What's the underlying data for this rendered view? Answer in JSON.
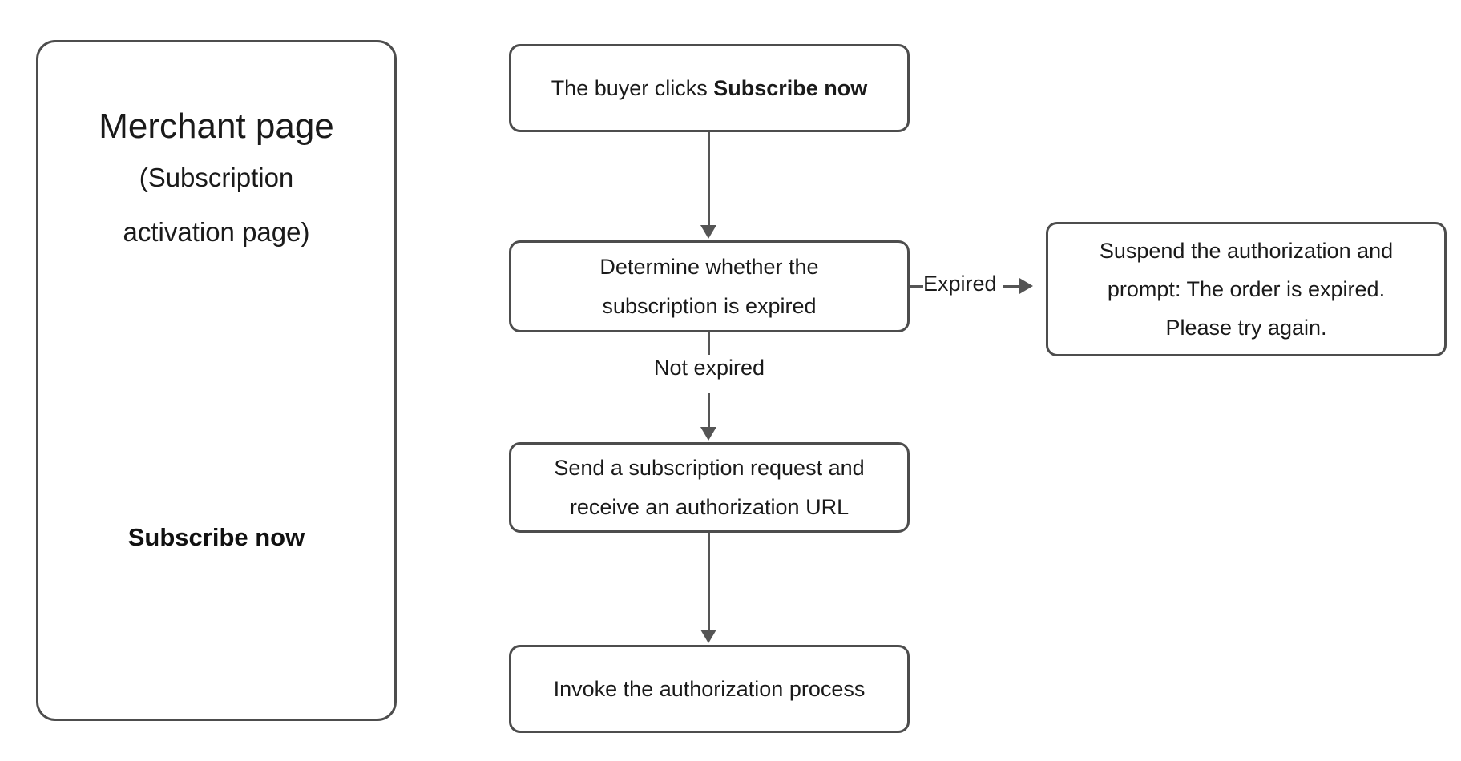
{
  "merchant_panel": {
    "title": "Merchant page",
    "subtitle_line1": "(Subscription",
    "subtitle_line2": "activation page)",
    "cta_label": "Subscribe now"
  },
  "flow": {
    "nodes": [
      {
        "id": "click",
        "line1_prefix": "The buyer clicks ",
        "line1_bold": "Subscribe now"
      },
      {
        "id": "determine",
        "line1": "Determine whether the",
        "line2": "subscription is expired"
      },
      {
        "id": "send",
        "line1": "Send a subscription request and",
        "line2": "receive an authorization URL"
      },
      {
        "id": "invoke",
        "line1": "Invoke the authorization process"
      },
      {
        "id": "suspend",
        "line1": "Suspend the authorization and",
        "line2": "prompt: The order is expired.",
        "line3": "Please try again."
      }
    ],
    "edges": [
      {
        "id": "click-to-determine",
        "label": ""
      },
      {
        "id": "determine-to-send",
        "label": "Not expired"
      },
      {
        "id": "send-to-invoke",
        "label": ""
      },
      {
        "id": "determine-to-suspend",
        "label": "Expired"
      }
    ]
  },
  "colors": {
    "node_border": "#4d4d4d",
    "connector": "#555555",
    "text": "#1a1a1a",
    "background": "#ffffff"
  }
}
